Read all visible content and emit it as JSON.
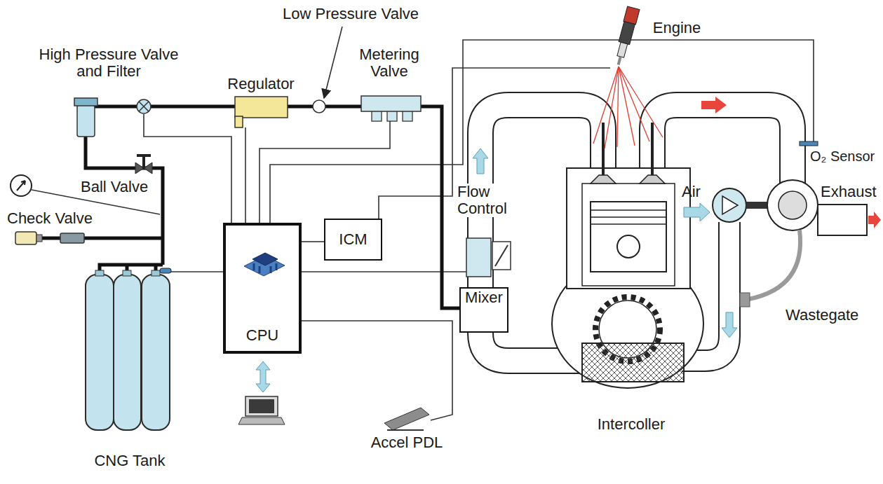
{
  "diagram": {
    "nodes": [
      {
        "text": [
          "CPU"
        ]
      },
      {
        "text": [
          "ICM"
        ]
      },
      {
        "text": [
          "Mixer"
        ]
      }
    ],
    "edges": [
      {
        "from": 0,
        "to": 1,
        "arrow": "none"
      }
    ],
    "labels": [
      "Low Pressure Valve",
      "Engine",
      "High Pressure Valve and Filter",
      "Regulator",
      "Metering Valve",
      "O₂ Sensor",
      "Ball Valve",
      "Exhaust",
      "Air",
      "Check Valve",
      "Flow Control",
      "Wastegate",
      "Intercoller",
      "Accel PDL",
      "CNG Tank"
    ]
  }
}
